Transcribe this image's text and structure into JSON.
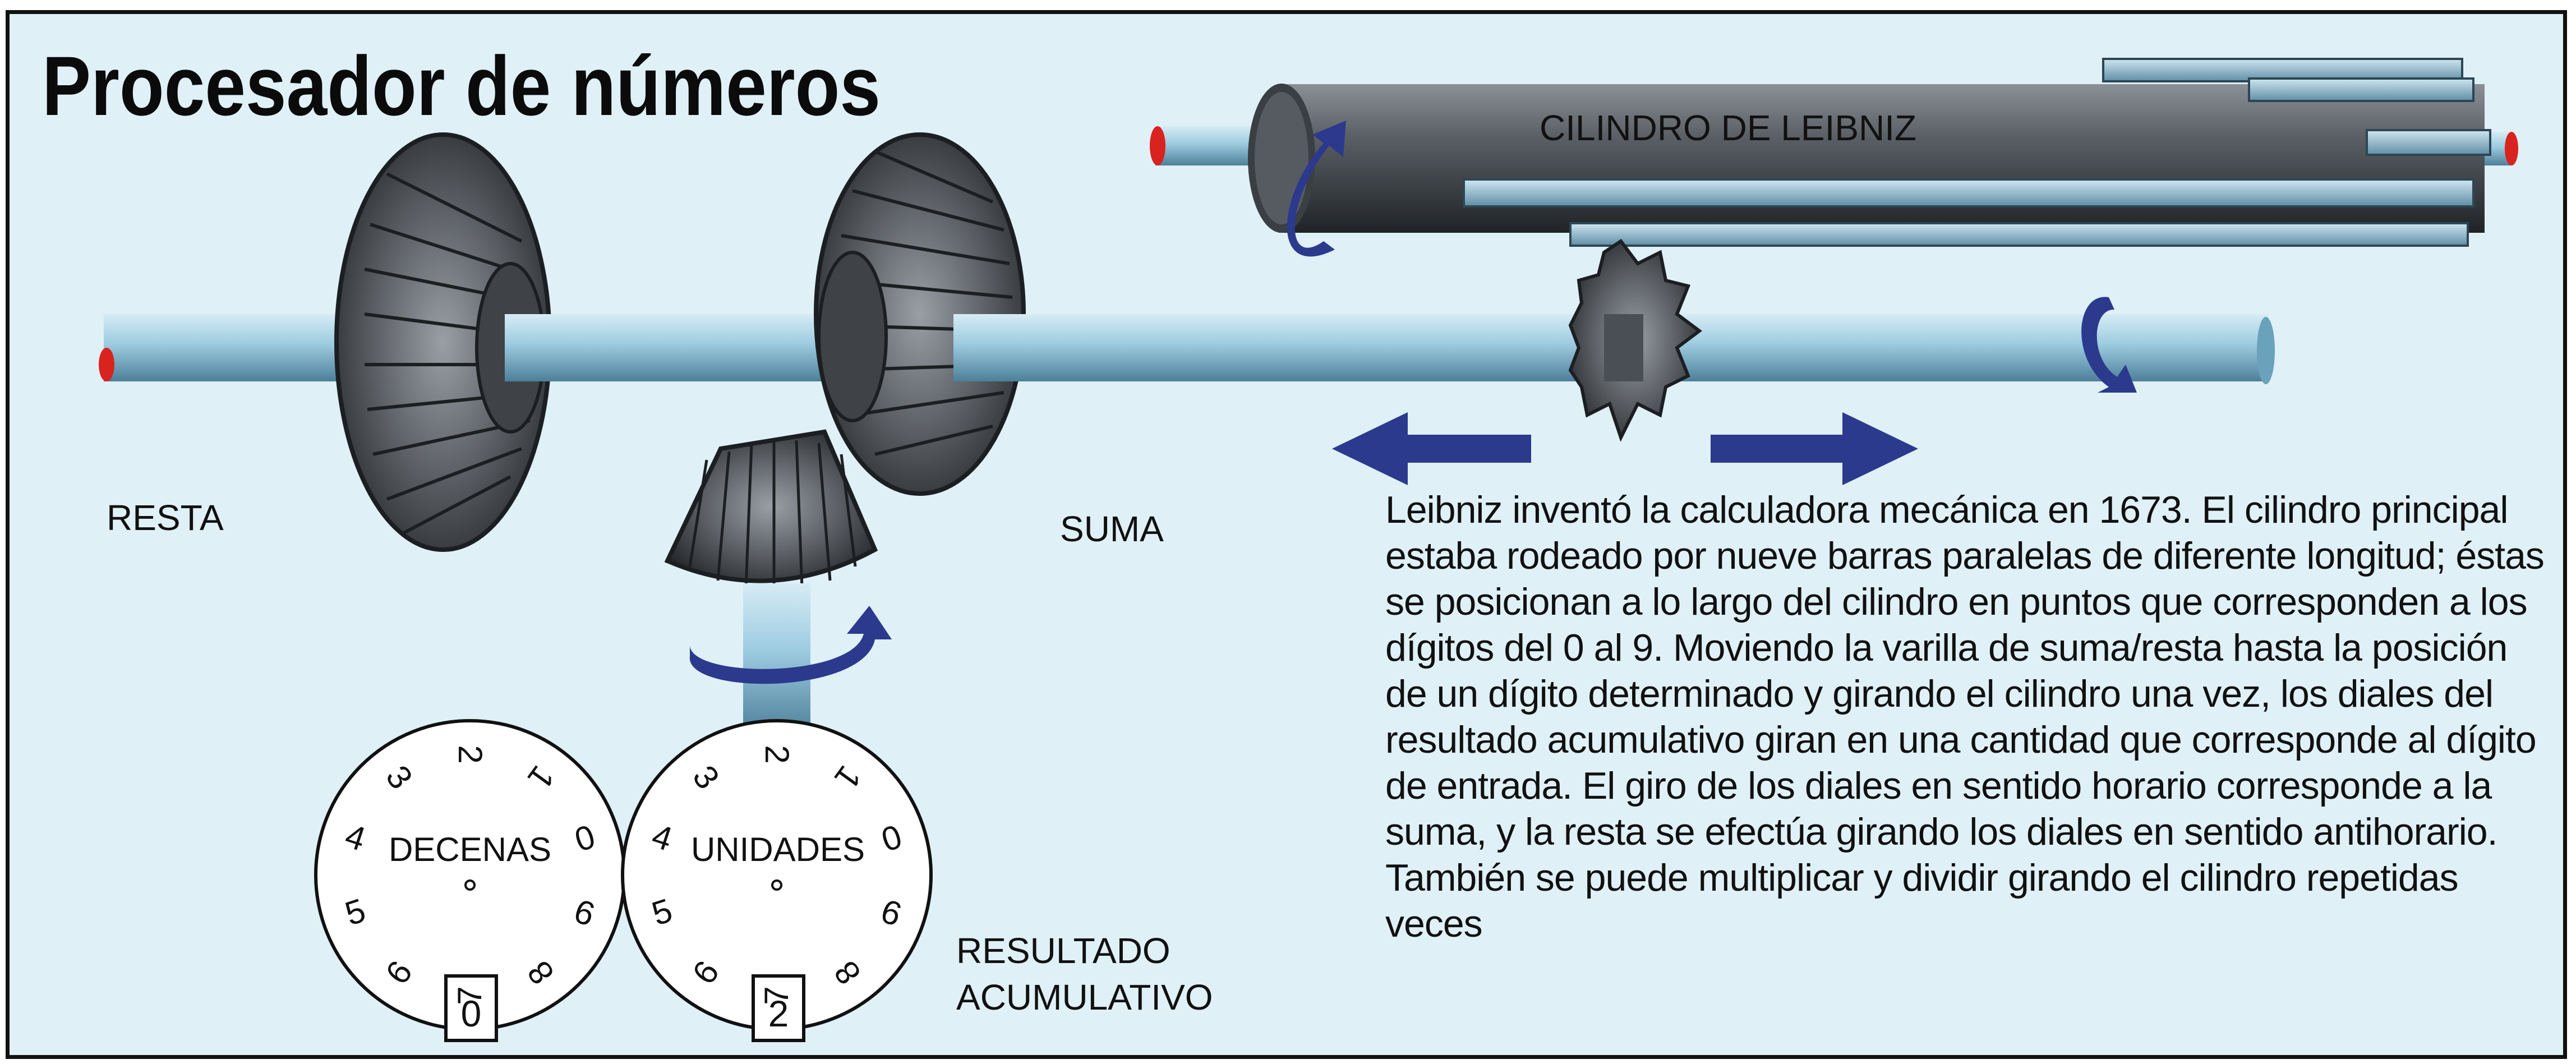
{
  "title": "Procesador de números",
  "labels": {
    "cylinder": "CILINDRO DE LEIBNIZ",
    "subtract": "RESTA",
    "add": "SUMA",
    "result_line1": "RESULTADO",
    "result_line2": "ACUMULATIVO",
    "dial_tens": "DECENAS",
    "dial_units": "UNIDADES"
  },
  "dials": {
    "tens": {
      "digits": [
        "0",
        "1",
        "2",
        "3",
        "4",
        "5",
        "6",
        "7",
        "8",
        "9"
      ],
      "window": "0"
    },
    "units": {
      "digits": [
        "0",
        "1",
        "2",
        "3",
        "4",
        "5",
        "6",
        "7",
        "8",
        "9"
      ],
      "window": "2"
    }
  },
  "description": "Leibniz inventó la calculadora mecánica en 1673. El cilindro principal estaba rodeado por nueve barras paralelas de diferente longitud; éstas se posicionan a lo largo del cilindro en puntos que corresponden a los dígitos del 0 al 9. Moviendo la varilla de suma/resta hasta la posición de un dígito determinado y girando el cilindro una vez, los diales del resultado acumulativo giran en una cantidad que corresponde al dígito de entrada. El giro de los diales en sentido horario corresponde a la suma, y la resta se efectúa girando los diales en sentido antihorario. También se puede multiplicar y dividir girando el cilindro repetidas veces",
  "colors": {
    "background": "#dff0f6",
    "rod": "#8fc3d9",
    "cylinder": "#4a4f55",
    "gear": "#3b3e42",
    "arrow": "#2b3a8c",
    "rod_end": "#d8231f"
  }
}
